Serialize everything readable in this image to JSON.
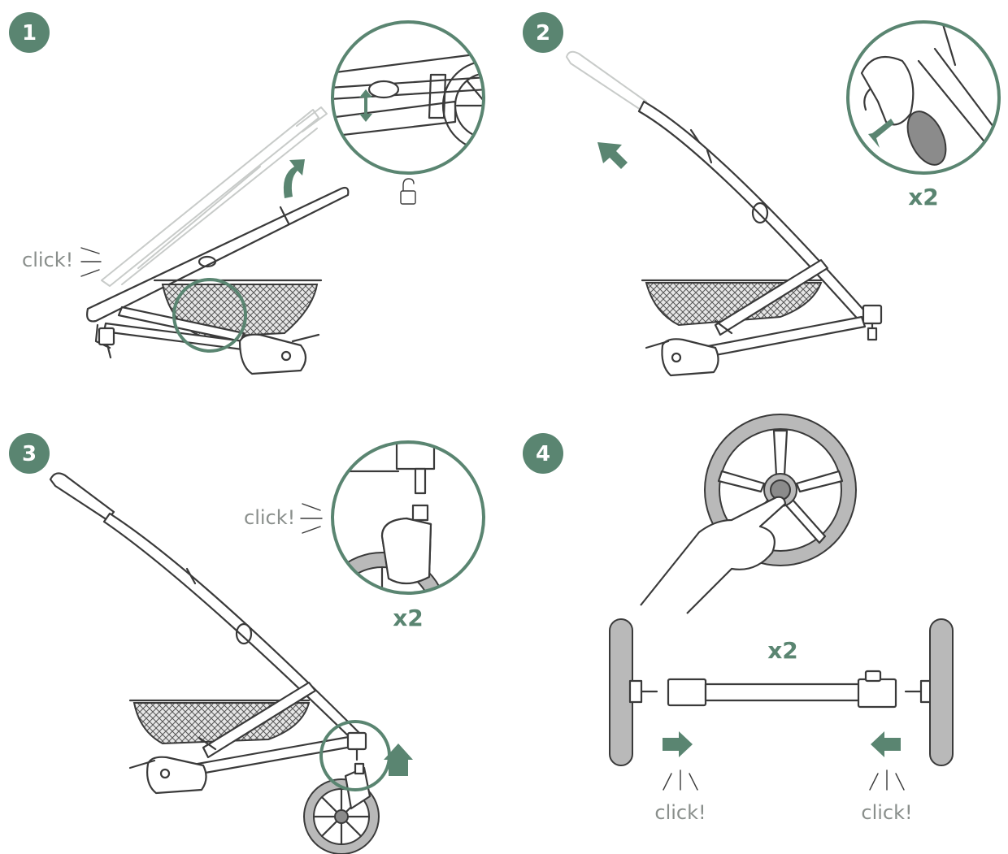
{
  "colors": {
    "accent": "#5a8571",
    "line": "#3a3a3a",
    "ghost": "#c8cbc9",
    "label_grey": "#8a8f8c"
  },
  "steps": [
    {
      "number": "1",
      "click_label": "click!",
      "icon": "unlock-icon"
    },
    {
      "number": "2",
      "multiplier": "x2"
    },
    {
      "number": "3",
      "click_label": "click!",
      "multiplier": "x2"
    },
    {
      "number": "4",
      "multiplier": "x2",
      "click_left": "click!",
      "click_right": "click!"
    }
  ]
}
